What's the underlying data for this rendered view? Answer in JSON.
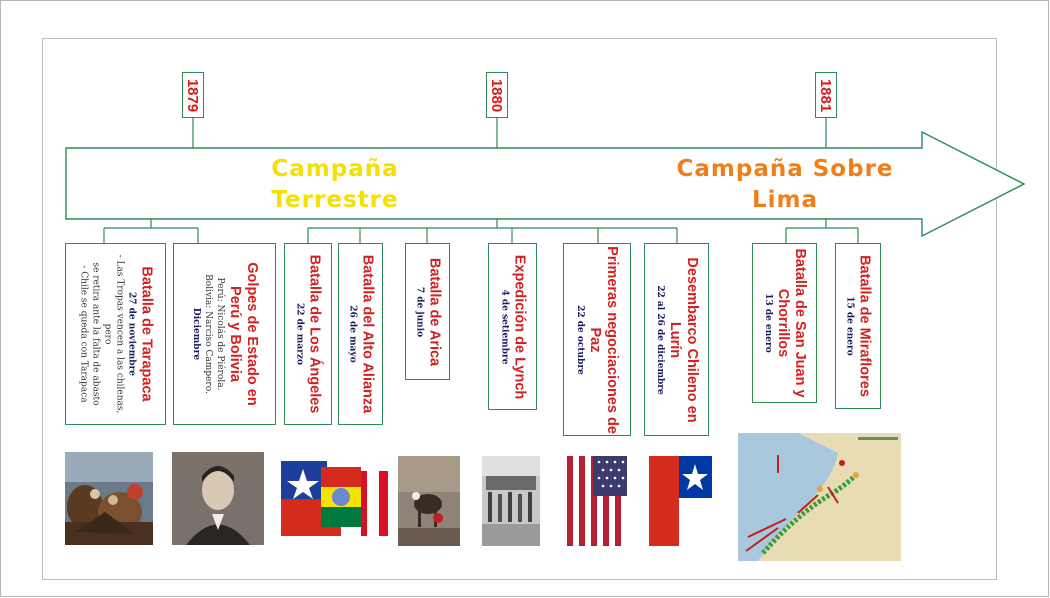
{
  "years": [
    "1879",
    "1880",
    "1881"
  ],
  "campaigns": {
    "terrestre": {
      "line1": "Campaña",
      "line2": "Terrestre",
      "color": "#f5e000"
    },
    "lima": {
      "line1": "Campaña Sobre",
      "line2": "Lima",
      "color": "#f07f1a"
    }
  },
  "events": [
    {
      "title": "Batalla de Tarapaca",
      "date": "27 de noviembre",
      "notes": [
        "- Las Tropas vencen a las chilenas, pero",
        "se retira ante la falta de abasto",
        "- Chile se queda con Tarapaca"
      ]
    },
    {
      "title": "Golpes de Estado en Perú y Bolivia",
      "notes": [
        "Perú: Nicolás de Piérola.",
        "Bolivia: Narciso Campero."
      ],
      "date": "Diciembre"
    },
    {
      "title": "Batalla de Los Ángeles",
      "date": "22 de marzo"
    },
    {
      "title": "Batalla del Alto Alianza",
      "date": "26 de mayo"
    },
    {
      "title": "Batalla de Arica",
      "date": "7 de junio"
    },
    {
      "title": "Expedición de Lynch",
      "date": "4 de setiembre"
    },
    {
      "title": "Primeras negociaciones de Paz",
      "date": "22 de octubre"
    },
    {
      "title": "Desembarco Chileno en Lurín",
      "date": "22 al 26 de diciembre"
    },
    {
      "title": "Batalla de San Juan y Chorrillos",
      "date": "13 de enero"
    },
    {
      "title": "Batalla de Miraflores",
      "date": "15 de enero"
    }
  ],
  "colors": {
    "accent_red": "#d32020",
    "border_green": "#2e8b57",
    "date_navy": "#1a1a5e"
  },
  "images": [
    "battle-painting",
    "portrait",
    "peru-bolivia-flags",
    "battle-scene",
    "old-photo",
    "us-flag",
    "chile-flag",
    "campaign-map"
  ]
}
